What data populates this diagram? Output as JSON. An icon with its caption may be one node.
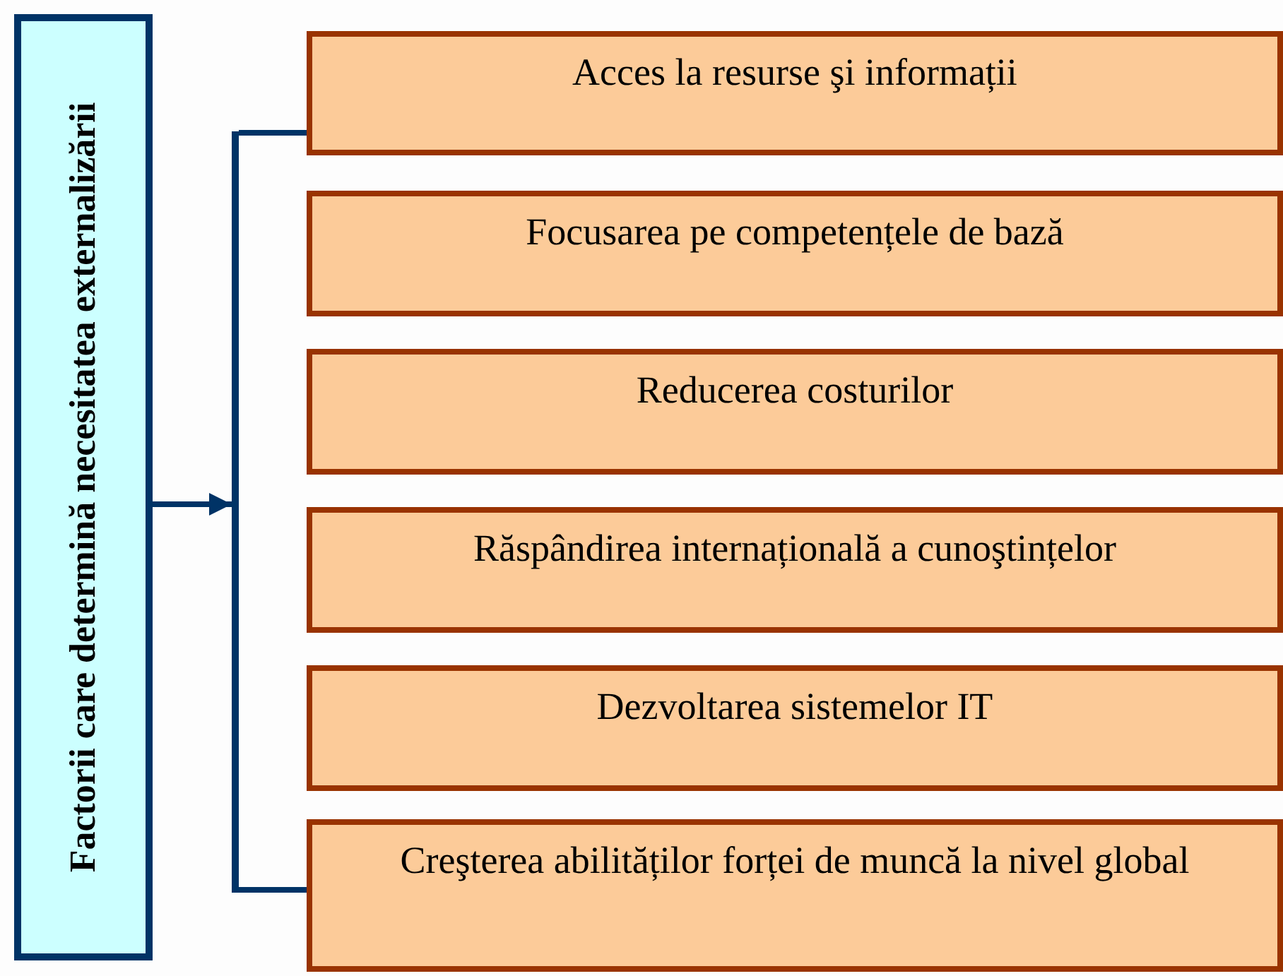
{
  "diagram": {
    "nodes": [
      {
        "text": [
          "Factorii care determină necesitatea externalizării"
        ]
      },
      {
        "text": [],
        "shape": "bar"
      },
      {
        "text": [
          "Acces la resurse şi informații"
        ]
      },
      {
        "text": [
          "Focusarea pe competențele de bază"
        ]
      },
      {
        "text": [
          "Reducerea costurilor"
        ]
      },
      {
        "text": [
          "Răspândirea internațională a cunoştințelor"
        ]
      },
      {
        "text": [
          "Dezvoltarea sistemelor IT"
        ]
      },
      {
        "text": [
          "Creşterea abilităților forței de muncă la nivel global"
        ]
      }
    ],
    "edges": [
      {
        "from": 0,
        "to": 1,
        "arrow": "to"
      },
      {
        "from": 1,
        "to": 2,
        "arrow": "none"
      },
      {
        "from": 1,
        "to": 7,
        "arrow": "none"
      }
    ]
  }
}
